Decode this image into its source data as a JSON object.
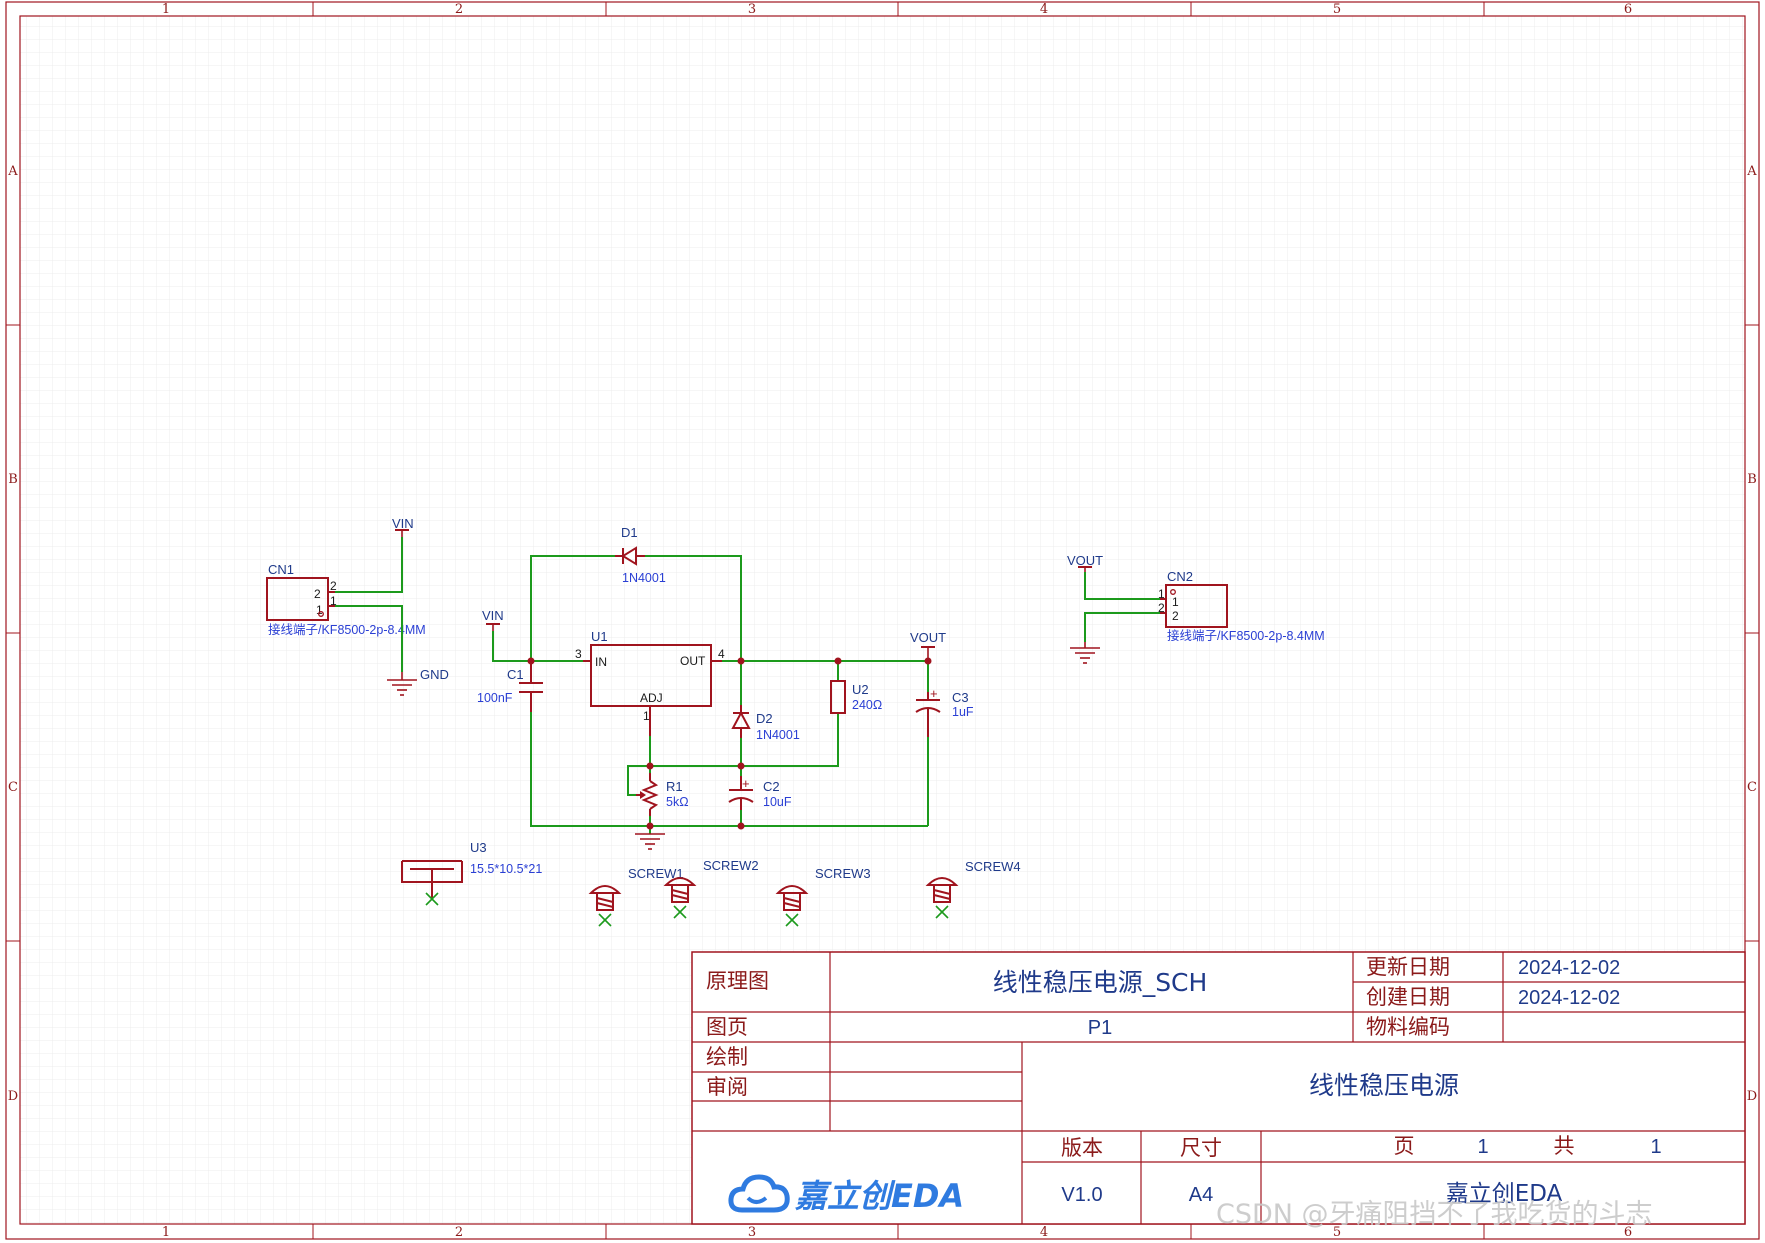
{
  "frame": {
    "columns": [
      "1",
      "2",
      "3",
      "4",
      "5",
      "6"
    ],
    "rows": [
      "A",
      "B",
      "C",
      "D"
    ]
  },
  "net_labels": {
    "vin_cn1": "VIN",
    "vin_u1": "VIN",
    "vout_out": "VOUT",
    "vout_cn2": "VOUT",
    "gnd": "GND"
  },
  "components": {
    "cn1": {
      "ref": "CN1",
      "value": "接线端子/KF8500-2p-8.4MM",
      "pin1": "1",
      "pin2": "2"
    },
    "cn2": {
      "ref": "CN2",
      "value": "接线端子/KF8500-2p-8.4MM",
      "pin1": "1",
      "pin2": "2"
    },
    "d1": {
      "ref": "D1",
      "value": "1N4001"
    },
    "d2": {
      "ref": "D2",
      "value": "1N4001"
    },
    "u1": {
      "ref": "U1",
      "pin_in": "IN",
      "pin_out": "OUT",
      "pin_adj": "ADJ",
      "num_in": "3",
      "num_out": "4",
      "num_adj": "1"
    },
    "c1": {
      "ref": "C1",
      "value": "100nF"
    },
    "u2": {
      "ref": "U2",
      "value": "240Ω"
    },
    "c3": {
      "ref": "C3",
      "value": "1uF"
    },
    "r1": {
      "ref": "R1",
      "value": "5kΩ"
    },
    "c2": {
      "ref": "C2",
      "value": "10uF"
    },
    "u3": {
      "ref": "U3",
      "value": "15.5*10.5*21"
    },
    "screws": [
      "SCREW1",
      "SCREW2",
      "SCREW3",
      "SCREW4"
    ]
  },
  "title_block": {
    "label_schematic": "原理图",
    "title": "线性稳压电源_SCH",
    "label_updated": "更新日期",
    "updated": "2024-12-02",
    "label_created": "创建日期",
    "created": "2024-12-02",
    "label_page": "图页",
    "page": "P1",
    "label_material": "物料编码",
    "label_drawn": "绘制",
    "label_review": "审阅",
    "project": "线性稳压电源",
    "label_version": "版本",
    "label_size": "尺寸",
    "label_sheet": "页",
    "sheet": "1",
    "label_total": "共",
    "total": "1",
    "brand": "嘉立创EDA",
    "version": "V1.0",
    "size": "A4",
    "company": "嘉立创EDA"
  },
  "watermark": "CSDN @牙痛阻挡不了我吃货的斗志",
  "colors": {
    "border": "#a0141e",
    "wire": "#1c9a1c",
    "ref_text": "#1f3a8a",
    "value_text": "#2a3fd4",
    "brand": "#2f7be0"
  }
}
